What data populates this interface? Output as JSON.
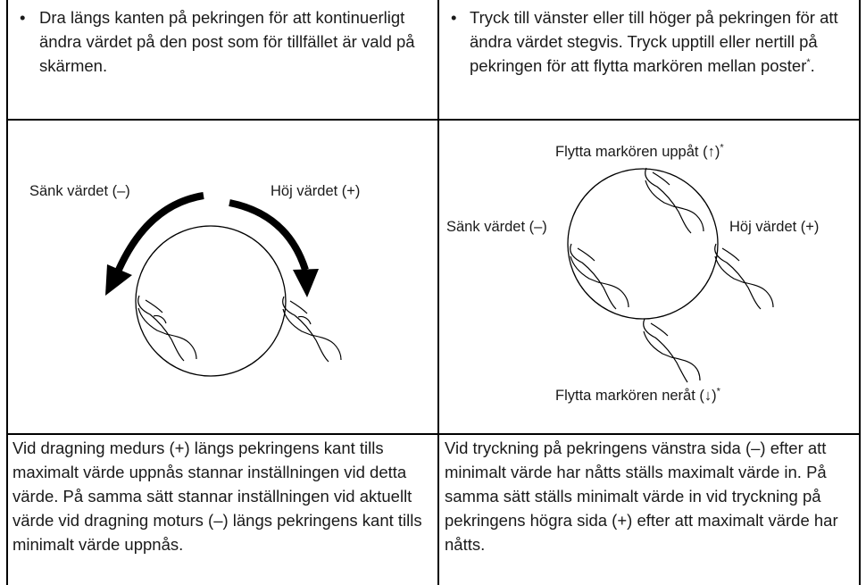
{
  "top_left": {
    "bullet": "•",
    "text": "Dra längs kanten på pekringen för att kontinuerligt ändra värdet på den post som för tillfället är vald på skärmen."
  },
  "top_right": {
    "bullet": "•",
    "text": "Tryck till vänster eller till höger på pekringen för att ändra värdet stegvis. Tryck upptill eller nertill på pekringen för att flytta markören mellan poster",
    "footnote_mark": "*",
    "text_end": "."
  },
  "diagram_left": {
    "label_decrease": "Sänk värdet (–)",
    "label_increase": "Höj värdet (+)"
  },
  "diagram_right": {
    "label_up": "Flytta markören uppåt (↑)",
    "label_down": "Flytta markören neråt (↓)",
    "label_decrease": "Sänk värdet (–)",
    "label_increase": "Höj värdet (+)",
    "footnote_mark": "*"
  },
  "bottom_left": {
    "text": "Vid dragning medurs (+) längs pekringens kant tills maximalt värde uppnås stannar inställningen vid detta värde. På samma sätt stannar inställningen vid aktuellt värde vid dragning moturs (–) längs pekringens kant tills minimalt värde uppnås."
  },
  "bottom_right": {
    "text": "Vid tryckning på pekringens vänstra sida (–) efter att minimalt värde har nåtts ställs maximalt värde in. På samma sätt ställs minimalt värde in vid tryckning på pekringens högra sida (+) efter att maximalt värde har nåtts."
  }
}
